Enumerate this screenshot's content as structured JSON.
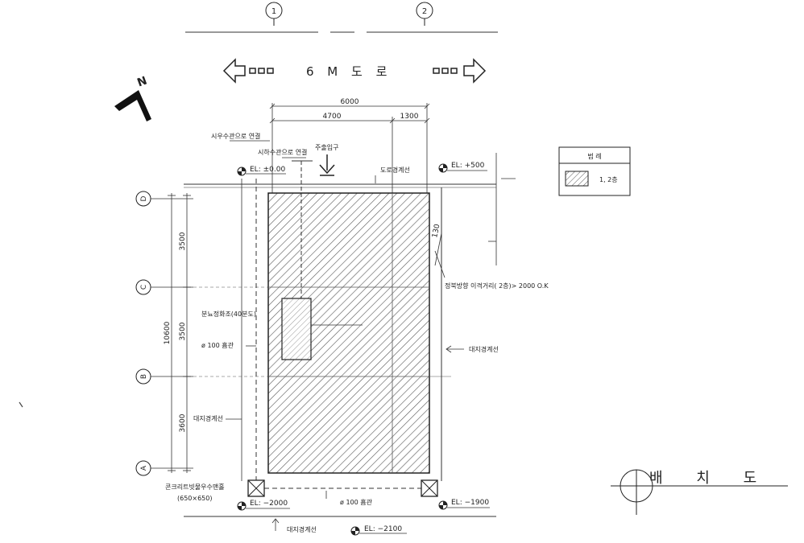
{
  "grid": {
    "col_1": "1",
    "col_2": "2",
    "row_d": "D",
    "row_c": "C",
    "row_b": "B",
    "row_a": "A"
  },
  "road": {
    "label": "6 M 도 로"
  },
  "north": {
    "label": "N"
  },
  "dims": {
    "total_width": "6000",
    "width_a": "4700",
    "width_b": "1300",
    "total_height": "10600",
    "h_top": "3500",
    "h_mid": "3500",
    "h_bot": "3600",
    "slope": "130"
  },
  "notes": {
    "rain_connect": "시우수관으로 연결",
    "sewer_connect": "시하수관으로 연결",
    "entrance": "주출입구",
    "road_boundary": "도로경계선",
    "septic": "분뇨정화조(40분도)",
    "pipe_left": "ø 100 흄관",
    "pipe_bottom": "ø 100 흄관",
    "site_boundary_left": "대지경계선",
    "site_boundary_right": "대지경계선",
    "site_boundary_bottom": "대지경계선",
    "daylight_distance": "정북방향 이격거리( 2층)> 2000 O.K",
    "manhole": "콘크리트빗물우수맨홀",
    "manhole_size": "(650×650)"
  },
  "levels": {
    "el_top_left": "EL: ±0.00",
    "el_top_right": "EL: +500",
    "el_bottom_left": "EL: −2000",
    "el_bottom_right": "EL: −1900",
    "el_bottom_center": "EL: −2100"
  },
  "legend": {
    "header": "범 례",
    "item_label": "1, 2층"
  },
  "drawing_title": "배 치 도"
}
